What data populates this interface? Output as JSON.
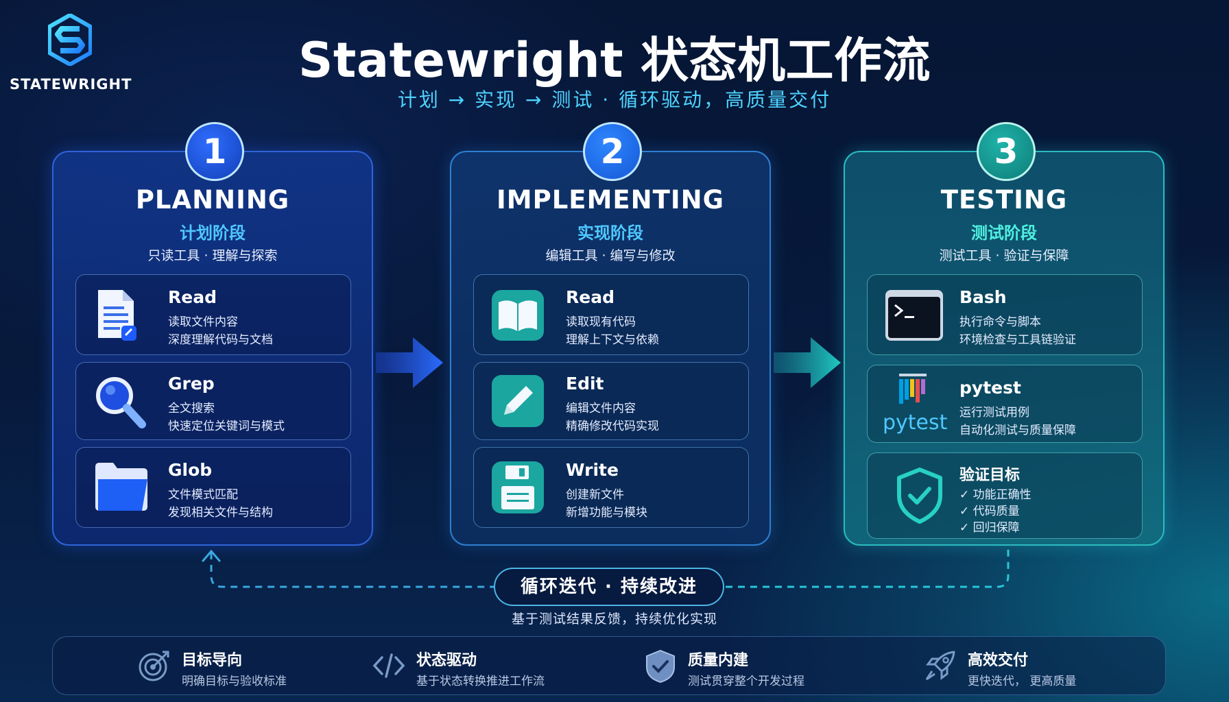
{
  "brand": {
    "name": "STATEWRIGHT"
  },
  "header": {
    "title": "Statewright 状态机工作流",
    "subtitle": "计划 → 实现 → 测试 · 循环驱动，高质量交付"
  },
  "stages": [
    {
      "number": "1",
      "name": "PLANNING",
      "cn": "计划阶段",
      "desc": "只读工具 · 理解与探索",
      "tools": [
        {
          "icon": "document-icon",
          "name": "Read",
          "line1": "读取文件内容",
          "line2": "深度理解代码与文档"
        },
        {
          "icon": "magnifier-icon",
          "name": "Grep",
          "line1": "全文搜索",
          "line2": "快速定位关键词与模式"
        },
        {
          "icon": "folder-icon",
          "name": "Glob",
          "line1": "文件模式匹配",
          "line2": "发现相关文件与结构"
        }
      ]
    },
    {
      "number": "2",
      "name": "IMPLEMENTING",
      "cn": "实现阶段",
      "desc": "编辑工具 · 编写与修改",
      "tools": [
        {
          "icon": "book-icon",
          "name": "Read",
          "line1": "读取现有代码",
          "line2": "理解上下文与依赖"
        },
        {
          "icon": "pencil-icon",
          "name": "Edit",
          "line1": "编辑文件内容",
          "line2": "精确修改代码实现"
        },
        {
          "icon": "save-icon",
          "name": "Write",
          "line1": "创建新文件",
          "line2": "新增功能与模块"
        }
      ]
    },
    {
      "number": "3",
      "name": "TESTING",
      "cn": "测试阶段",
      "desc": "测试工具 · 验证与保障",
      "tools": [
        {
          "icon": "terminal-icon",
          "name": "Bash",
          "line1": "执行命令与脚本",
          "line2": "环境检查与工具链验证"
        },
        {
          "icon": "pytest-logo",
          "logo_text": "pytest",
          "name": "pytest",
          "line1": "运行测试用例",
          "line2": "自动化测试与质量保障"
        },
        {
          "icon": "shield-check-icon",
          "name": "验证目标",
          "checks": [
            "✓ 功能正确性",
            "✓ 代码质量",
            "✓ 回归保障"
          ]
        }
      ]
    }
  ],
  "loop": {
    "label": "循环迭代 · 持续改进",
    "desc": "基于测试结果反馈，持续优化实现"
  },
  "features": [
    {
      "icon": "target-icon",
      "title": "目标导向",
      "desc": "明确目标与验收标准"
    },
    {
      "icon": "code-icon",
      "title": "状态驱动",
      "desc": "基于状态转换推进工作流"
    },
    {
      "icon": "shield-icon",
      "title": "质量内建",
      "desc": "测试贯穿整个开发过程"
    },
    {
      "icon": "rocket-icon",
      "title": "高效交付",
      "desc": "更快迭代， 更高质量"
    }
  ],
  "colors": {
    "accent_blue": "#2f6dff",
    "accent_cyan": "#4fd3ff",
    "accent_teal": "#1fb3a8"
  }
}
